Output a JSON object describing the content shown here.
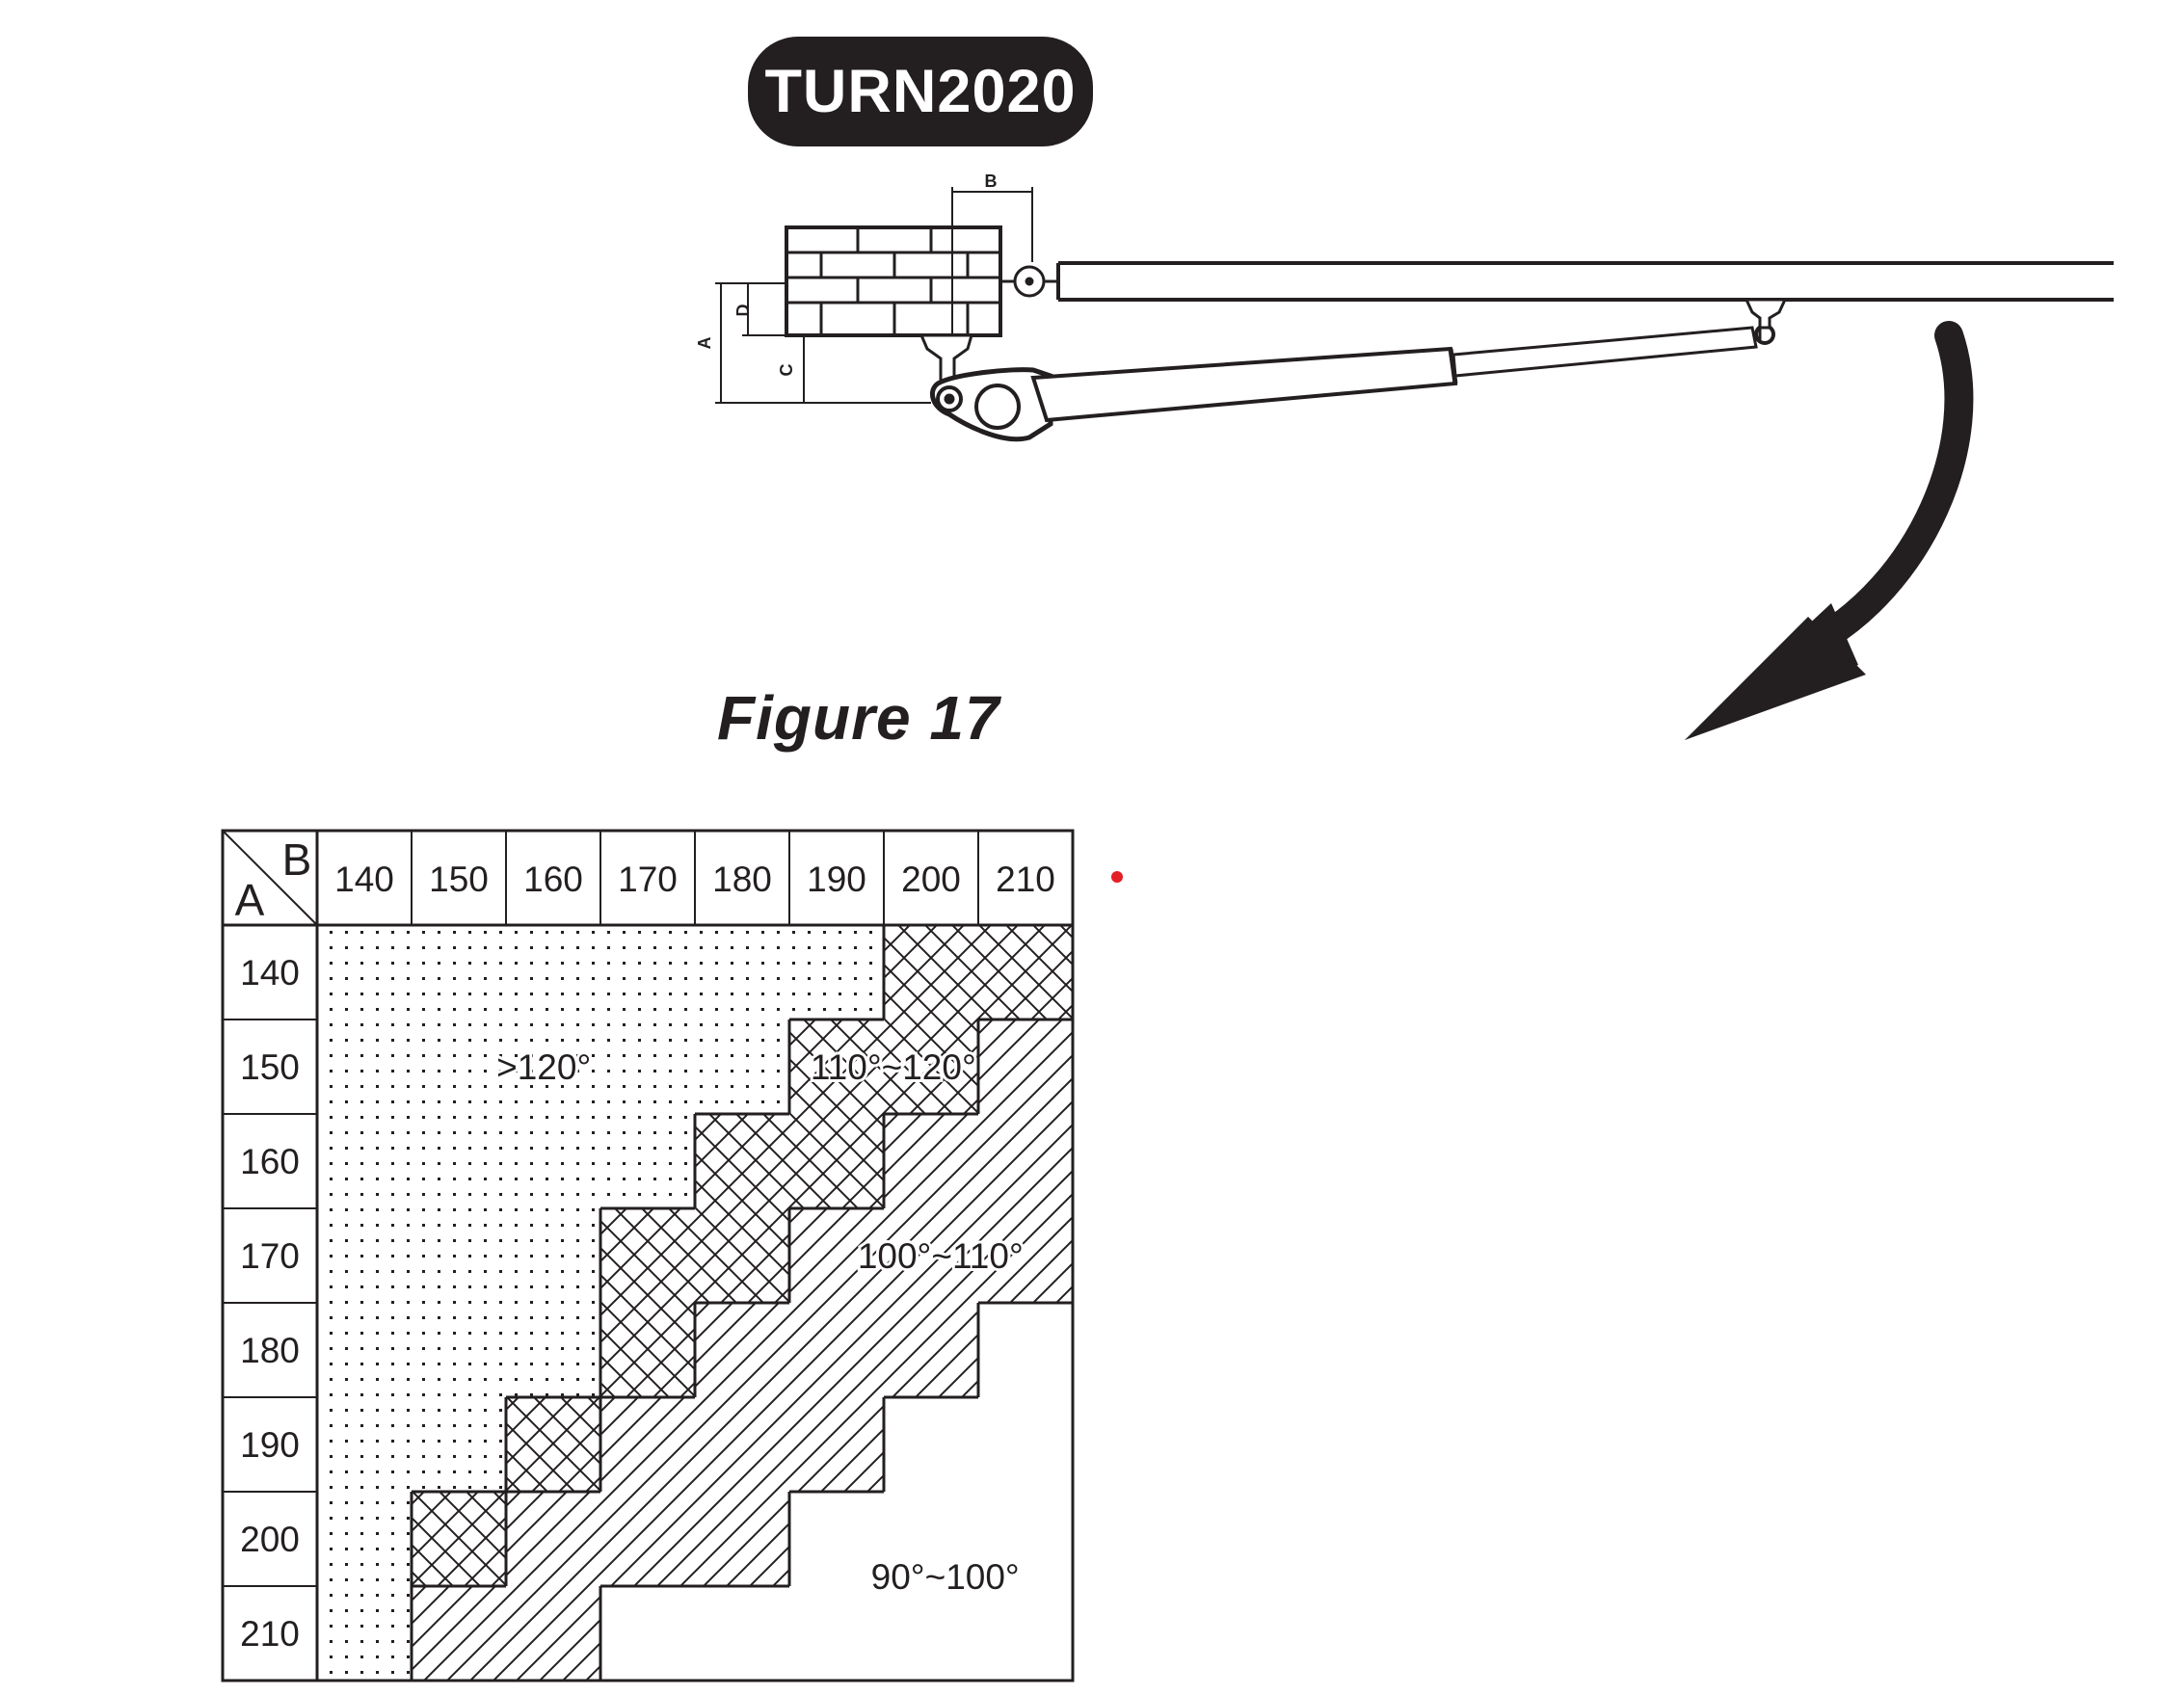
{
  "model_badge": "TURN2020",
  "figure_caption": "Figure 17",
  "dimension_labels": {
    "a": "A",
    "b": "B",
    "c": "C",
    "d": "D"
  },
  "table": {
    "corner_row_label": "A",
    "corner_col_label": "B",
    "columns": [
      "140",
      "150",
      "160",
      "170",
      "180",
      "190",
      "200",
      "210"
    ],
    "rows": [
      "140",
      "150",
      "160",
      "170",
      "180",
      "190",
      "200",
      "210"
    ],
    "zones": [
      {
        "id": "dots",
        "label": ">120°",
        "pattern": "dotted"
      },
      {
        "id": "cross",
        "label": "110°~120°",
        "pattern": "crosshatch"
      },
      {
        "id": "diag",
        "label": "100°~110°",
        "pattern": "diagonal"
      },
      {
        "id": "blank",
        "label": "90°~100°",
        "pattern": "blank"
      }
    ],
    "zone_cells": [
      [
        "dots",
        "dots",
        "dots",
        "dots",
        "dots",
        "dots",
        "cross",
        "cross"
      ],
      [
        "dots",
        "dots",
        "dots",
        "dots",
        "dots",
        "cross",
        "cross",
        "diag"
      ],
      [
        "dots",
        "dots",
        "dots",
        "dots",
        "cross",
        "cross",
        "diag",
        "diag"
      ],
      [
        "dots",
        "dots",
        "dots",
        "cross",
        "cross",
        "diag",
        "diag",
        "diag"
      ],
      [
        "dots",
        "dots",
        "dots",
        "cross",
        "diag",
        "diag",
        "diag",
        "blank"
      ],
      [
        "dots",
        "dots",
        "cross",
        "diag",
        "diag",
        "diag",
        "blank",
        "blank"
      ],
      [
        "dots",
        "cross",
        "diag",
        "diag",
        "diag",
        "blank",
        "blank",
        "blank"
      ],
      [
        "dots",
        "diag",
        "diag",
        "blank",
        "blank",
        "blank",
        "blank",
        "blank"
      ]
    ]
  },
  "colors": {
    "ink": "#231f20",
    "marker": "#e31e24",
    "background": "#ffffff"
  }
}
